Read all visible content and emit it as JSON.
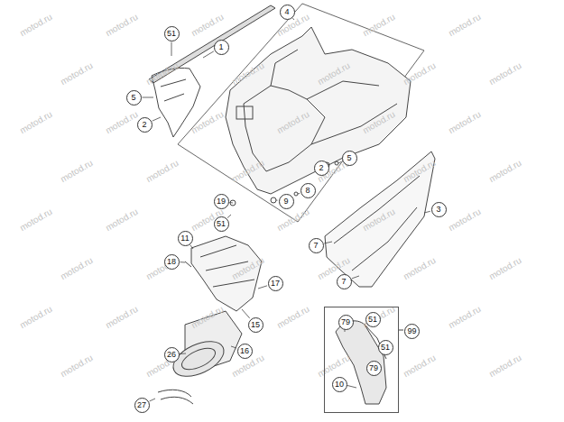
{
  "diagram": {
    "nodes": [
      {
        "text": [
          "4"
        ]
      },
      {
        "text": [
          "51"
        ]
      },
      {
        "text": [
          "1"
        ]
      },
      {
        "text": [
          "5"
        ]
      },
      {
        "text": [
          "2"
        ]
      },
      {
        "text": [
          "5"
        ]
      },
      {
        "text": [
          "2"
        ]
      },
      {
        "text": [
          "8"
        ]
      },
      {
        "text": [
          "9"
        ]
      },
      {
        "text": [
          "19"
        ]
      },
      {
        "text": [
          "3"
        ]
      },
      {
        "text": [
          "51"
        ]
      },
      {
        "text": [
          "11"
        ]
      },
      {
        "text": [
          "7"
        ]
      },
      {
        "text": [
          "18"
        ]
      },
      {
        "text": [
          "7"
        ]
      },
      {
        "text": [
          "17"
        ]
      },
      {
        "text": [
          "99"
        ]
      },
      {
        "text": [
          "79"
        ],
        "in": 17
      },
      {
        "text": [
          "51"
        ],
        "in": 17
      },
      {
        "text": [
          "51"
        ],
        "in": 17
      },
      {
        "text": [
          "79"
        ],
        "in": 17
      },
      {
        "text": [
          "10"
        ],
        "in": 17
      },
      {
        "text": [
          "15"
        ]
      },
      {
        "text": [
          "16"
        ]
      },
      {
        "text": [
          "26"
        ]
      },
      {
        "text": [
          "27"
        ]
      }
    ],
    "labels": [
      "motod.ru",
      "motod.ru",
      "motod.ru",
      "motod.ru",
      "motod.ru",
      "motod.ru",
      "motod.ru",
      "motod.ru",
      "motod.ru",
      "motod.ru",
      "motod.ru",
      "motod.ru",
      "motod.ru",
      "motod.ru",
      "motod.ru",
      "motod.ru",
      "motod.ru",
      "motod.ru",
      "motod.ru",
      "motod.ru",
      "motod.ru",
      "motod.ru",
      "motod.ru",
      "motod.ru",
      "motod.ru",
      "motod.ru",
      "motod.ru",
      "motod.ru",
      "motod.ru",
      "motod.ru",
      "motod.ru",
      "motod.ru",
      "motod.ru",
      "motod.ru",
      "motod.ru",
      "motod.ru",
      "motod.ru",
      "motod.ru",
      "motod.ru",
      "motod.ru",
      "motod.ru",
      "motod.ru",
      "motod.ru",
      "motod.ru",
      "motod.ru",
      "motod.ru",
      "motod.ru",
      "motod.ru"
    ]
  }
}
